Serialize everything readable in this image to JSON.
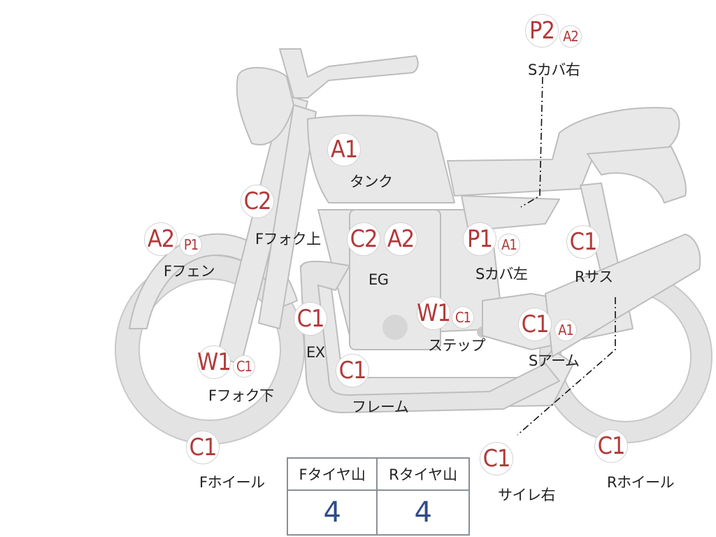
{
  "diagram": {
    "parts": [
      {
        "id": "side-cover-right",
        "label": "Sカバ右",
        "grade": "P2",
        "sub_grade": "A2"
      },
      {
        "id": "tank",
        "label": "タンク",
        "grade": "A1",
        "sub_grade": ""
      },
      {
        "id": "front-fork-upper",
        "label": "Fフォク上",
        "grade": "C2",
        "sub_grade": ""
      },
      {
        "id": "front-fender",
        "label": "Fフェン",
        "grade": "A2",
        "sub_grade": "P1"
      },
      {
        "id": "engine",
        "label": "EG",
        "grade": "C2",
        "sub_grade": "A2"
      },
      {
        "id": "side-cover-left",
        "label": "Sカバ左",
        "grade": "P1",
        "sub_grade": "A1"
      },
      {
        "id": "rear-suspension",
        "label": "Rサス",
        "grade": "C1",
        "sub_grade": ""
      },
      {
        "id": "exhaust",
        "label": "EX",
        "grade": "C1",
        "sub_grade": ""
      },
      {
        "id": "step",
        "label": "ステップ",
        "grade": "W1",
        "sub_grade": "C1"
      },
      {
        "id": "swing-arm",
        "label": "Sアーム",
        "grade": "C1",
        "sub_grade": "A1"
      },
      {
        "id": "front-fork-lower",
        "label": "Fフォク下",
        "grade": "W1",
        "sub_grade": "C1"
      },
      {
        "id": "frame",
        "label": "フレーム",
        "grade": "C1",
        "sub_grade": ""
      },
      {
        "id": "front-wheel",
        "label": "Fホイール",
        "grade": "C1",
        "sub_grade": ""
      },
      {
        "id": "muffler-right",
        "label": "サイレ右",
        "grade": "C1",
        "sub_grade": ""
      },
      {
        "id": "rear-wheel",
        "label": "Rホイール",
        "grade": "C1",
        "sub_grade": ""
      }
    ],
    "tire_table": {
      "headers": [
        "Fタイヤ山",
        "Rタイヤ山"
      ],
      "values": [
        "4",
        "4"
      ]
    }
  }
}
